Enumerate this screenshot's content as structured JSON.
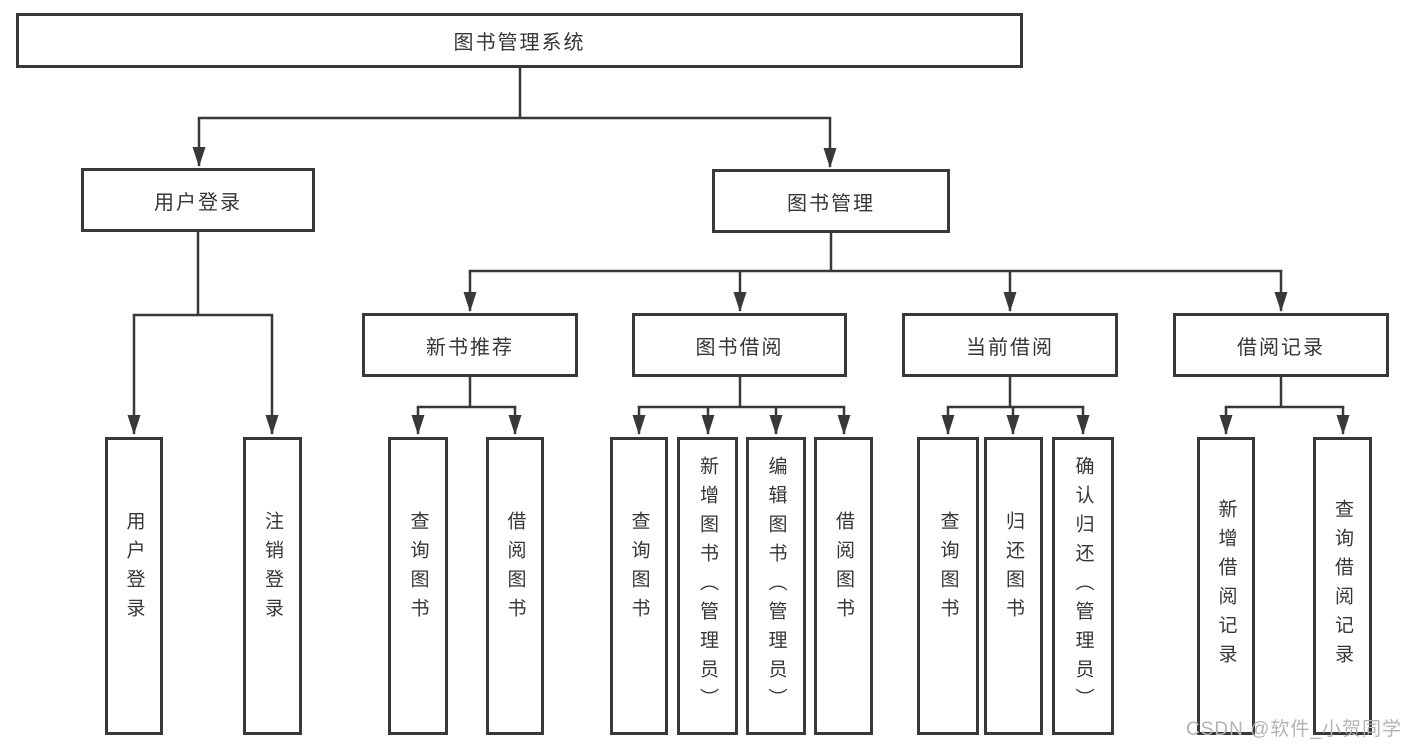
{
  "nodes": {
    "root": "图书管理系统",
    "user_login": "用户登录",
    "book_mgmt": "图书管理",
    "new_book_rec": "新书推荐",
    "book_borrow": "图书借阅",
    "current_borrow": "当前借阅",
    "borrow_records": "借阅记录",
    "ul_user_login": "用户登录",
    "ul_logout": "注销登录",
    "nb_query_book": "查询图书",
    "nb_borrow_book": "借阅图书",
    "bb_query_book": "查询图书",
    "bb_add_book": "新增图书（管理员）",
    "bb_edit_book": "编辑图书（管理员）",
    "bb_borrow_book": "借阅图书",
    "cb_query_book": "查询图书",
    "cb_return_book": "归还图书",
    "cb_confirm_return": "确认归还（管理员）",
    "br_add_record": "新增借阅记录",
    "br_query_record": "查询借阅记录"
  },
  "watermark": "CSDN @软件_小贺同学",
  "colors": {
    "line": "#383838",
    "text": "#363636",
    "watermark": "#b3b3b3",
    "background": "#ffffff"
  }
}
